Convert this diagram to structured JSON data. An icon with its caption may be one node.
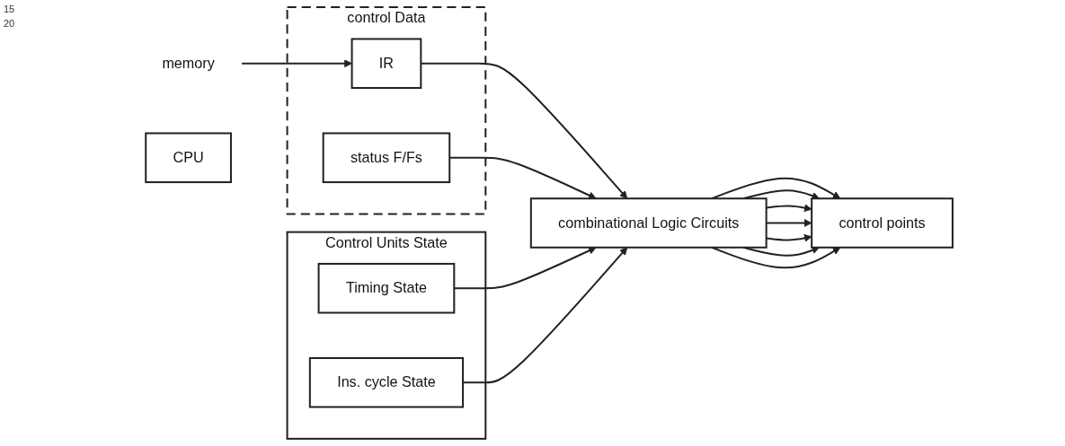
{
  "diagram": {
    "nodes": [
      {
        "text": [
          "control Data"
        ]
      },
      {
        "text": [
          "memory"
        ]
      },
      {
        "text": [
          "IR"
        ],
        "in": 0
      },
      {
        "text": [
          "status F/Fs"
        ],
        "in": 0
      },
      {
        "text": [
          "Control Units State"
        ]
      },
      {
        "text": [
          "Timing State"
        ],
        "in": 4
      },
      {
        "text": [
          "Ins. cycle State"
        ],
        "in": 4
      },
      {
        "text": [
          "combinational Logic Circuits"
        ]
      },
      {
        "text": [
          "control points"
        ]
      },
      {
        "text": [
          "CPU"
        ]
      }
    ],
    "edges": [
      {
        "from": 1,
        "to": 2,
        "arrow": "to"
      },
      {
        "from": 2,
        "to": 7,
        "arrow": "to"
      },
      {
        "from": 3,
        "to": 7,
        "arrow": "to"
      },
      {
        "from": 5,
        "to": 7,
        "arrow": "to"
      },
      {
        "from": 6,
        "to": 7,
        "arrow": "to"
      },
      {
        "from": 7,
        "to": 8,
        "arrow": "to"
      },
      {
        "from": 7,
        "to": 8,
        "arrow": "to"
      },
      {
        "from": 7,
        "to": 8,
        "arrow": "to"
      },
      {
        "from": 7,
        "to": 8,
        "arrow": "to"
      },
      {
        "from": 7,
        "to": 8,
        "arrow": "to"
      },
      {
        "from": 7,
        "to": 8,
        "arrow": "to"
      },
      {
        "from": 7,
        "to": 8,
        "arrow": "to"
      }
    ],
    "labels": [
      "15",
      "20"
    ]
  }
}
